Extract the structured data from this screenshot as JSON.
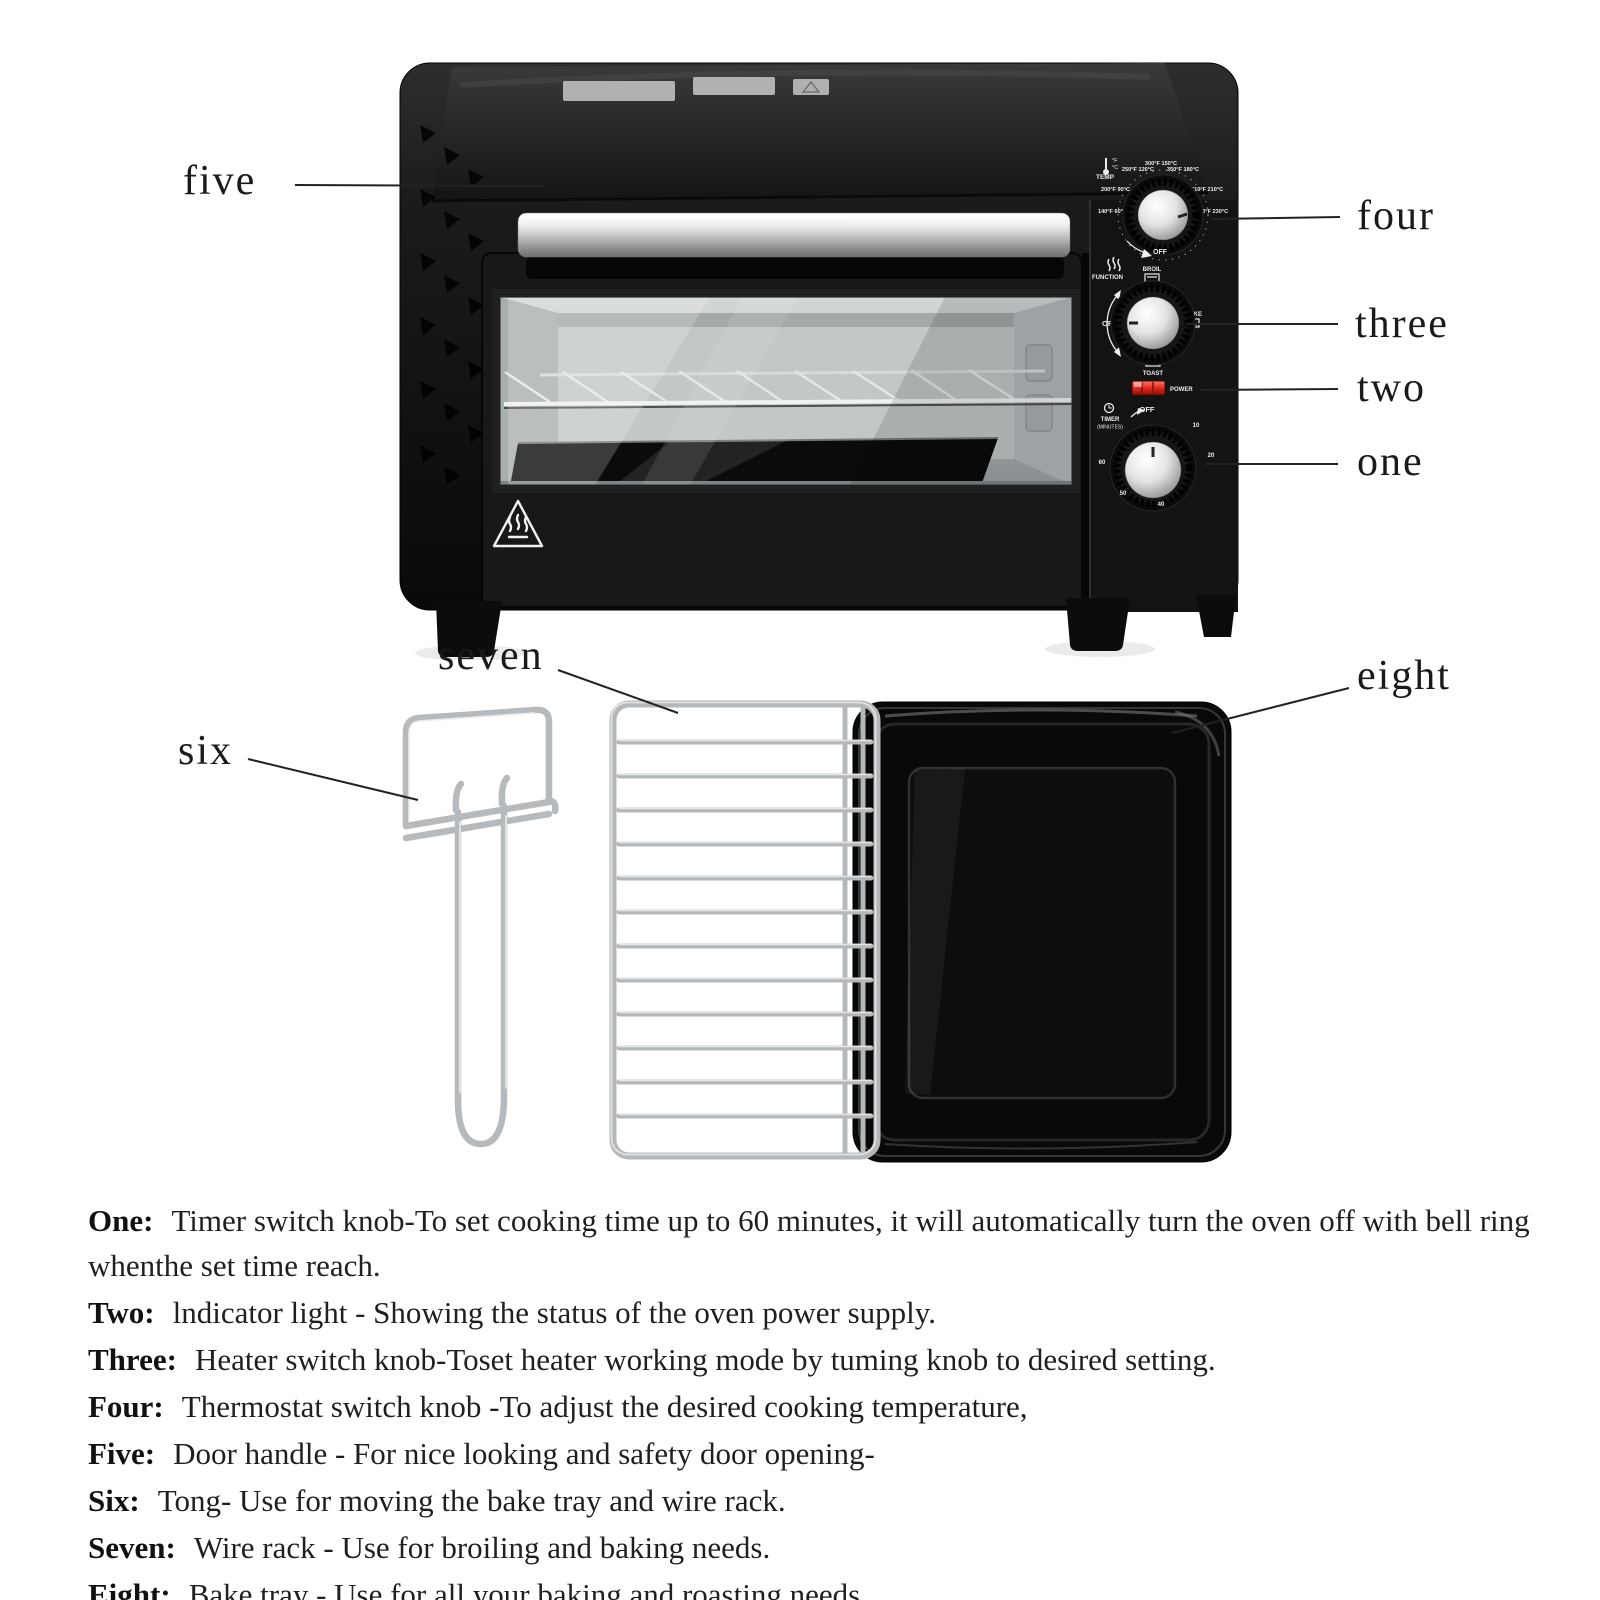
{
  "callouts": {
    "one": "one",
    "two": "two",
    "three": "three",
    "four": "four",
    "five": "five",
    "six": "six",
    "seven": "seven",
    "eight": "eight"
  },
  "oven": {
    "panel": {
      "temp": {
        "unit_f": "°F",
        "unit_c": "°C",
        "label": "TEMP",
        "off": "OFF",
        "marks": [
          "140°F 60°C",
          "200°F 90°C",
          "250°F 120°C",
          "300°F 150°C",
          "350°F 180°C",
          "410°F 210°C",
          "460°F 230°C"
        ]
      },
      "function": {
        "label": "FUNCTION",
        "off": "OFF",
        "broil": "BROIL",
        "bake": "BAKE",
        "toast": "TOAST"
      },
      "power": {
        "label": "POWER"
      },
      "timer": {
        "label": "TIMER",
        "sublabel": "(MINUTES)",
        "off": "OFF",
        "marks": [
          "10",
          "20",
          "40",
          "50",
          "60"
        ]
      }
    }
  },
  "descriptions": [
    {
      "term": "One:",
      "text": "Timer switch knob-To set cooking time up to 60 minutes, it will automatically turn the oven off with bell ring whenthe set time reach."
    },
    {
      "term": "Two:",
      "text": "lndicator light - Showing the status of the oven power supply."
    },
    {
      "term": "Three:",
      "text": "Heater switch knob-Toset heater working mode by tuming knob to desired setting."
    },
    {
      "term": "Four:",
      "text": "Thermostat switch knob -To adjust the desired cooking temperature,"
    },
    {
      "term": "Five:",
      "text": "Door handle - For nice looking and safety door opening-"
    },
    {
      "term": "Six:",
      "text": "Tong- Use for moving the bake tray and wire rack."
    },
    {
      "term": "Seven:",
      "text": "Wire rack - Use for broiling and baking needs."
    },
    {
      "term": "Eight:",
      "text": "Bake tray - Use for all your baking and roasting needs."
    }
  ],
  "colors": {
    "body": "#111111",
    "chrome": "#c9cdd0",
    "power_light": "#d61405",
    "annotation": "#1c1c1c"
  }
}
